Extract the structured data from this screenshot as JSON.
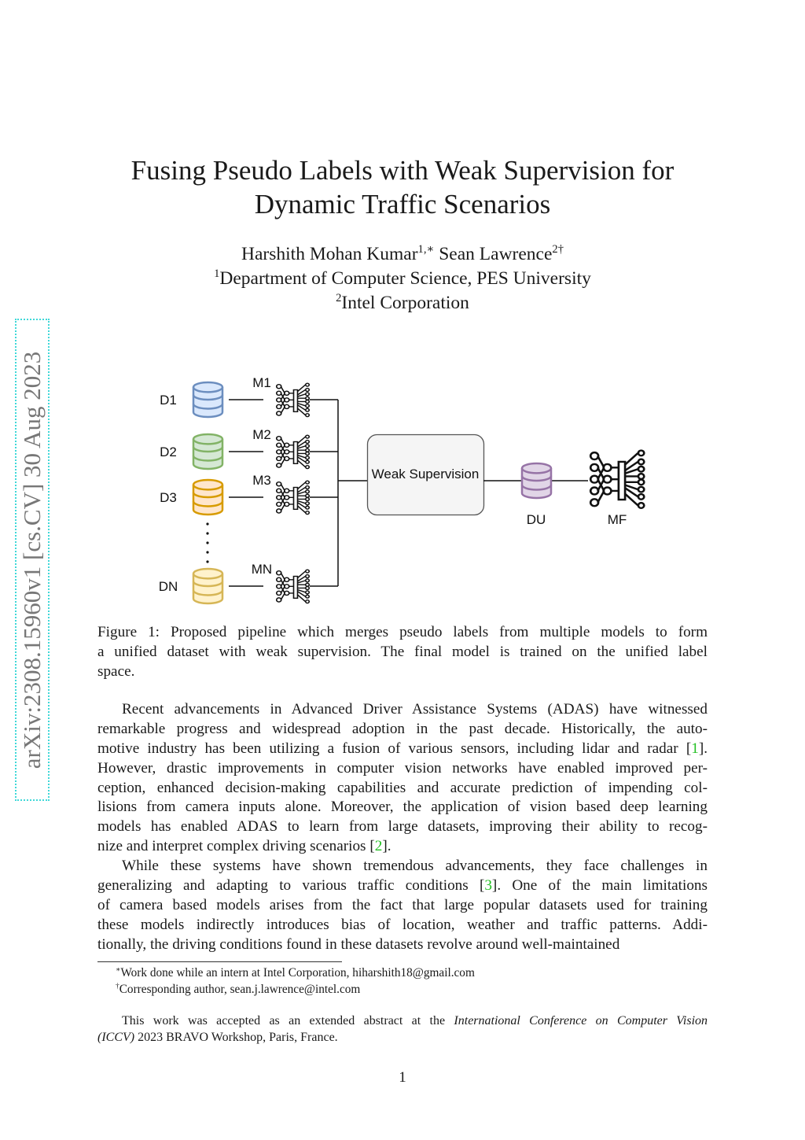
{
  "title": [
    "Fusing Pseudo Labels with Weak Supervision for",
    "Dynamic Traffic Scenarios"
  ],
  "authors": {
    "author1": "Harshith Mohan Kumar",
    "author1_marks": "1,∗",
    "author2": "Sean Lawrence",
    "author2_marks": "2†",
    "aff1_mark": "1",
    "aff1": "Department of Computer Science, PES University",
    "aff2_mark": "2",
    "aff2": "Intel Corporation"
  },
  "arxiv_stamp": "arXiv:2308.15960v1  [cs.CV]  30 Aug 2023",
  "figure": {
    "datasets": [
      "D1",
      "D2",
      "D3",
      "DN"
    ],
    "models": [
      "M1",
      "M2",
      "M3",
      "MN"
    ],
    "dataset_colors": [
      "#6c8ebf",
      "#82b366",
      "#d79b00",
      "#d6b656"
    ],
    "dataset_fills": [
      "#dae8fc",
      "#d5e8d4",
      "#ffe6cc",
      "#fff2cc"
    ],
    "weak_supervision": "Weak Supervision",
    "unified_dataset": "DU",
    "unified_color": "#9673a6",
    "unified_fill": "#e1d5e7",
    "final_model": "MF",
    "caption": [
      "Figure 1:  Proposed pipeline which merges pseudo labels from multiple models to form",
      "a unified dataset with weak supervision.  The final model is trained on the unified label",
      "space."
    ]
  },
  "body": {
    "paragraph1": [
      "Recent advancements in Advanced Driver Assistance Systems (ADAS) have witnessed",
      "remarkable progress and widespread adoption in the past decade.  Historically, the auto-",
      "motive industry has been utilizing a fusion of various sensors, including lidar and radar [1].",
      "However, drastic improvements in computer vision networks have enabled improved per-",
      "ception, enhanced decision-making capabilities and accurate prediction of impending col-",
      "lisions from camera inputs alone.  Moreover, the application of vision based deep learning",
      "models has enabled ADAS to learn from large datasets, improving their ability to recog-",
      "nize and interpret complex driving scenarios [2]."
    ],
    "paragraph2": [
      "While these systems have shown tremendous advancements, they face challenges in",
      "generalizing and adapting to various traffic conditions [3].  One of the main limitations",
      "of camera based models arises from the fact that large popular datasets used for training",
      "these models indirectly introduces bias of location, weather and traffic patterns.  Addi-",
      "tionally, the driving conditions found in these datasets revolve around well-maintained"
    ]
  },
  "footnotes": [
    {
      "mark": "∗",
      "text": "Work done while an intern at Intel Corporation, hiharshith18@gmail.com"
    },
    {
      "mark": "†",
      "text": "Corresponding author, sean.j.lawrence@intel.com"
    }
  ],
  "acceptance_note": {
    "line1_pre": "This work was accepted as an extended abstract at the ",
    "line1_em": "International Conference on Computer Vision",
    "line2_em": "(ICCV)",
    "line2_post": " 2023 BRAVO Workshop, Paris, France."
  },
  "page_number": "1",
  "colors": {
    "citation": "#22c022",
    "stamp_border": "#3fd8d8",
    "stamp_text": "#777777"
  }
}
